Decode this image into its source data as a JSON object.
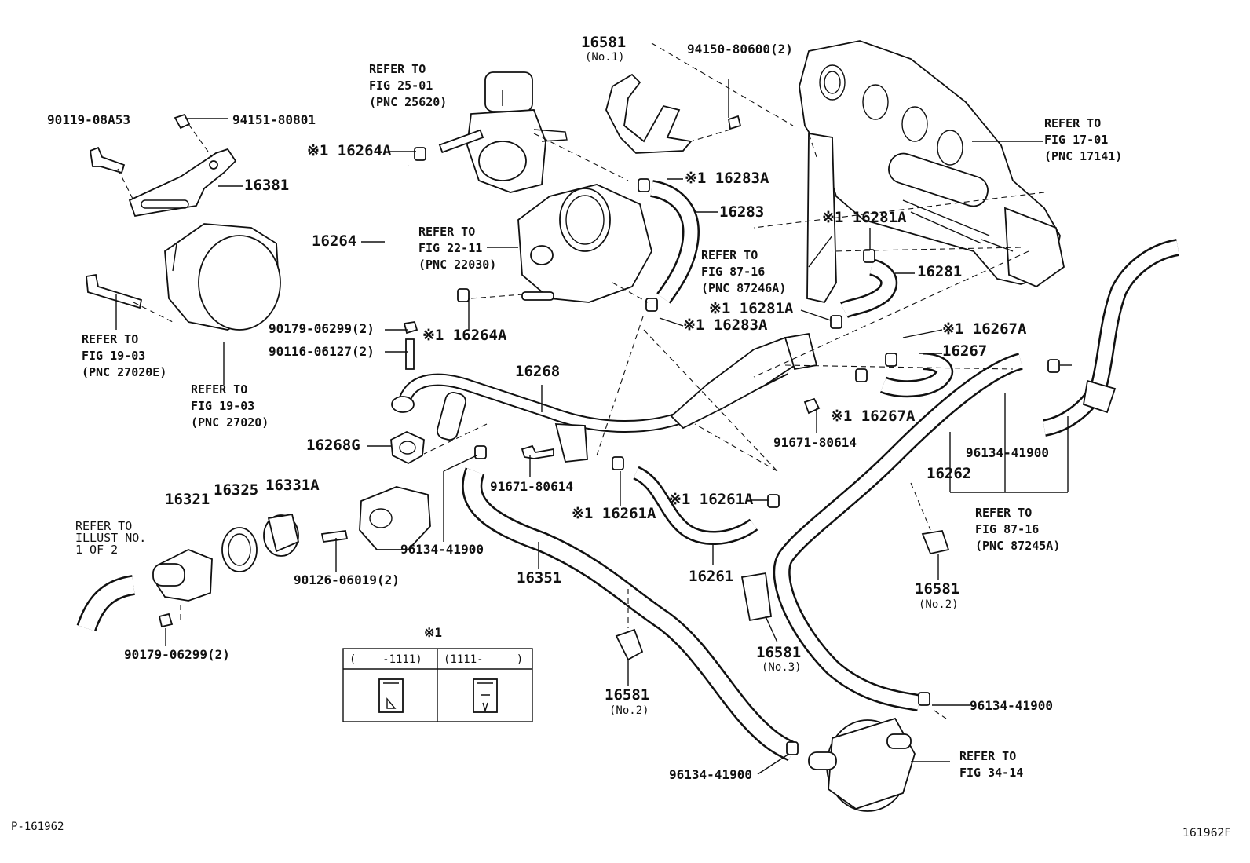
{
  "diagram_id": "P-161962",
  "figure_code": "161962F",
  "note_marker": "※1",
  "note_table": {
    "left_header": "(    -1111)",
    "right_header": "(1111-     )"
  },
  "callouts": {
    "p16581_no1": "16581",
    "no1": "(No.1)",
    "p94150": "94150-80600(2)",
    "p90119": "90119-08A53",
    "p94151": "94151-80801",
    "p16381": "16381",
    "p16264": "16264",
    "p16264a_top": "※1 16264A",
    "p16264a_bot": "※1 16264A",
    "p16283": "16283",
    "p16283a_top": "※1 16283A",
    "p16283a_bot": "※1 16283A",
    "p16281": "16281",
    "p16281a_top": "※1 16281A",
    "p16281a_bot": "※1 16281A",
    "p16267": "16267",
    "p16267a_top": "※1 16267A",
    "p16267a_bot": "※1 16267A",
    "p90179_a": "90179-06299(2)",
    "p90116": "90116-06127(2)",
    "p16268": "16268",
    "p16268g": "16268G",
    "p91671_a": "91671-80614",
    "p91671_b": "91671-80614",
    "p16261a_left": "※1 16261A",
    "p16261a_right": "※1 16261A",
    "p16261": "16261",
    "p16262": "16262",
    "p96134_a": "96134-41900",
    "p96134_b": "96134-41900",
    "p96134_c": "96134-41900",
    "p96134_d": "96134-41900",
    "p16321": "16321",
    "p16325": "16325",
    "p16331a": "16331A",
    "p90126": "90126-06019(2)",
    "p90179_b": "90179-06299(2)",
    "p16351": "16351",
    "p16581_no2a": "16581",
    "no2a": "(No.2)",
    "p16581_no2b": "16581",
    "no2b": "(No.2)",
    "p16581_no3": "16581",
    "no3": "(No.3)"
  },
  "references": {
    "fig2501": "REFER TO\nFIG 25-01\n(PNC 25620)",
    "fig2211": "REFER TO\nFIG 22-11\n(PNC 22030)",
    "fig1701": "REFER TO\nFIG 17-01\n(PNC 17141)",
    "fig8716a": "REFER TO\nFIG 87-16\n(PNC 87246A)",
    "fig1903e": "REFER TO\nFIG 19-03\n(PNC 27020E)",
    "fig1903": "REFER TO\nFIG 19-03\n(PNC 27020)",
    "fig8716b": "REFER TO\nFIG 87-16\n(PNC 87245A)",
    "illust": "REFER TO\nILLUST NO.\n1 OF 2",
    "fig3414": "REFER TO\nFIG 34-14"
  }
}
